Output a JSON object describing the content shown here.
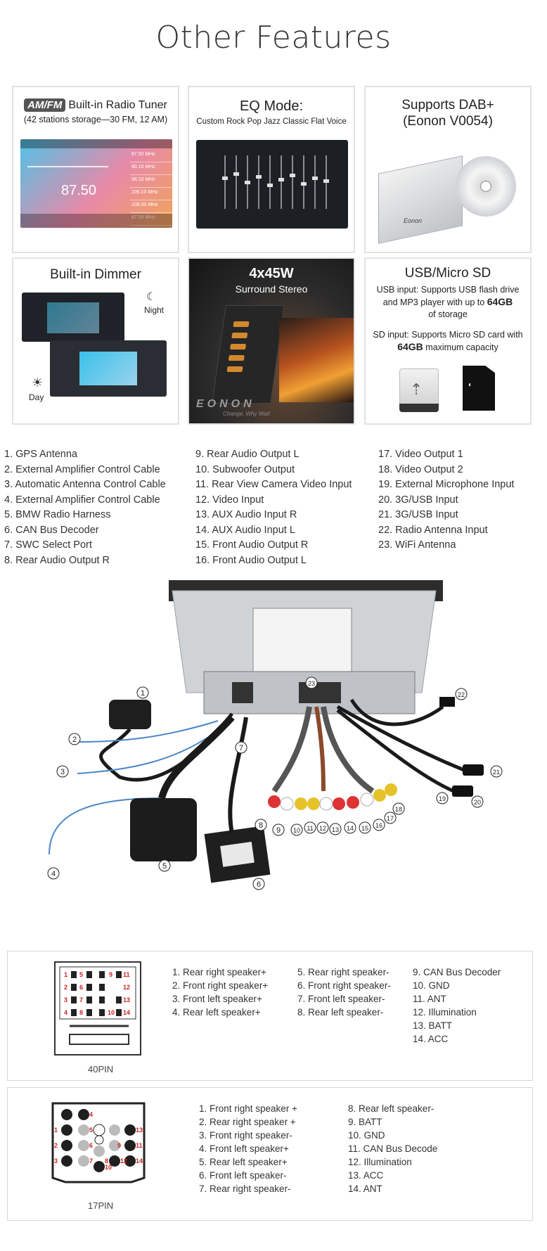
{
  "page": {
    "title": "Other Features"
  },
  "cards": {
    "radio": {
      "badge": "AM/FM",
      "title": "Built-in Radio Tuner",
      "subtitle": "(42 stations storage—30 FM, 12 AM)",
      "screen_freq": "87.50",
      "list": [
        "87.50  MHz",
        "90.10  MHz",
        "98.10  MHz",
        "106.10  MHz",
        "108.00  MHz",
        "87.50  MHz"
      ]
    },
    "eq": {
      "title": "EQ Mode:",
      "subtitle": "Custom Rock Pop Jazz Classic Flat Voice"
    },
    "dab": {
      "title_line1": "Supports DAB+",
      "title_line2": "(Eonon V0054)",
      "brand": "Eonon"
    },
    "dimmer": {
      "title": "Built-in Dimmer",
      "night": "Night",
      "day": "Day"
    },
    "stereo": {
      "title": "4x45W",
      "subtitle": "Surround Stereo",
      "brand": "EONON",
      "tagline": "Change. Why Wait"
    },
    "usb": {
      "title": "USB/Micro SD",
      "usb_text": "USB input: Supports USB flash drive and MP3 player with up to",
      "usb_cap": "64GB",
      "usb_tail": "of storage",
      "sd_text_a": "SD input: Supports Micro SD card with",
      "sd_cap": "64GB",
      "sd_tail": "maximum capacity"
    }
  },
  "port_list": {
    "col1": [
      "1.  GPS Antenna",
      "2.  External Amplifier Control Cable",
      "3.  Automatic Antenna Control Cable",
      "4.  External Amplifier Control Cable",
      "5.  BMW Radio Harness",
      "6.  CAN Bus Decoder",
      "7.  SWC Select Port",
      "8.  Rear Audio Output R"
    ],
    "col2": [
      "9.    Rear Audio Output L",
      "10.  Subwoofer Output",
      "11.  Rear View Camera Video Input",
      "12.  Video Input",
      "13.  AUX Audio Input R",
      "14.  AUX Audio Input L",
      "15.  Front Audio Output R",
      "16.  Front Audio Output L"
    ],
    "col3": [
      "17.  Video Output 1",
      "18.  Video Output 2",
      "19.  External Microphone Input",
      "20.  3G/USB Input",
      "21.  3G/USB Input",
      "22.  Radio Antenna Input",
      "23.  WiFi Antenna"
    ]
  },
  "diagram": {
    "callouts": [
      "1",
      "2",
      "3",
      "4",
      "5",
      "6",
      "7",
      "8",
      "9",
      "10",
      "11",
      "12",
      "13",
      "14",
      "15",
      "16",
      "17",
      "18",
      "19",
      "20",
      "21",
      "22",
      "23"
    ]
  },
  "pin40": {
    "label": "40PIN",
    "col1": [
      "1. Rear right speaker+",
      "2. Front right speaker+",
      "3. Front left speaker+",
      "4. Rear left speaker+"
    ],
    "col2": [
      "5. Rear right speaker-",
      "6. Front right speaker-",
      "7. Front left speaker-",
      "8. Rear left speaker-"
    ],
    "col3": [
      "9.    CAN Bus Decoder",
      "10. GND",
      "11. ANT",
      "12. Illumination",
      "13. BATT",
      "14. ACC"
    ],
    "pins": [
      "1",
      "5",
      "9",
      "11",
      "2",
      "6",
      "12",
      "3",
      "7",
      "13",
      "4",
      "8",
      "10",
      "14"
    ]
  },
  "pin17": {
    "label": "17PIN",
    "col1": [
      "1. Front right speaker +",
      "2. Rear  right speaker +",
      "3. Front  right speaker-",
      "4. Front  left speaker+",
      "5. Rear  left speaker+",
      "6. Front left speaker-",
      "7. Rear  right speaker-"
    ],
    "col2": [
      "8.    Rear left speaker-",
      "9.    BATT",
      "10.  GND",
      "11.  CAN Bus Decode",
      "12.  Illumination",
      "13.  ACC",
      "14.  ANT"
    ],
    "pins": [
      "1",
      "2",
      "3",
      "4",
      "5",
      "6",
      "7",
      "8",
      "9",
      "10",
      "11",
      "12",
      "13",
      "14"
    ]
  },
  "colors": {
    "accent_red": "#cc2222",
    "gold": "#d3892e",
    "card_border": "#e2e2e2"
  }
}
